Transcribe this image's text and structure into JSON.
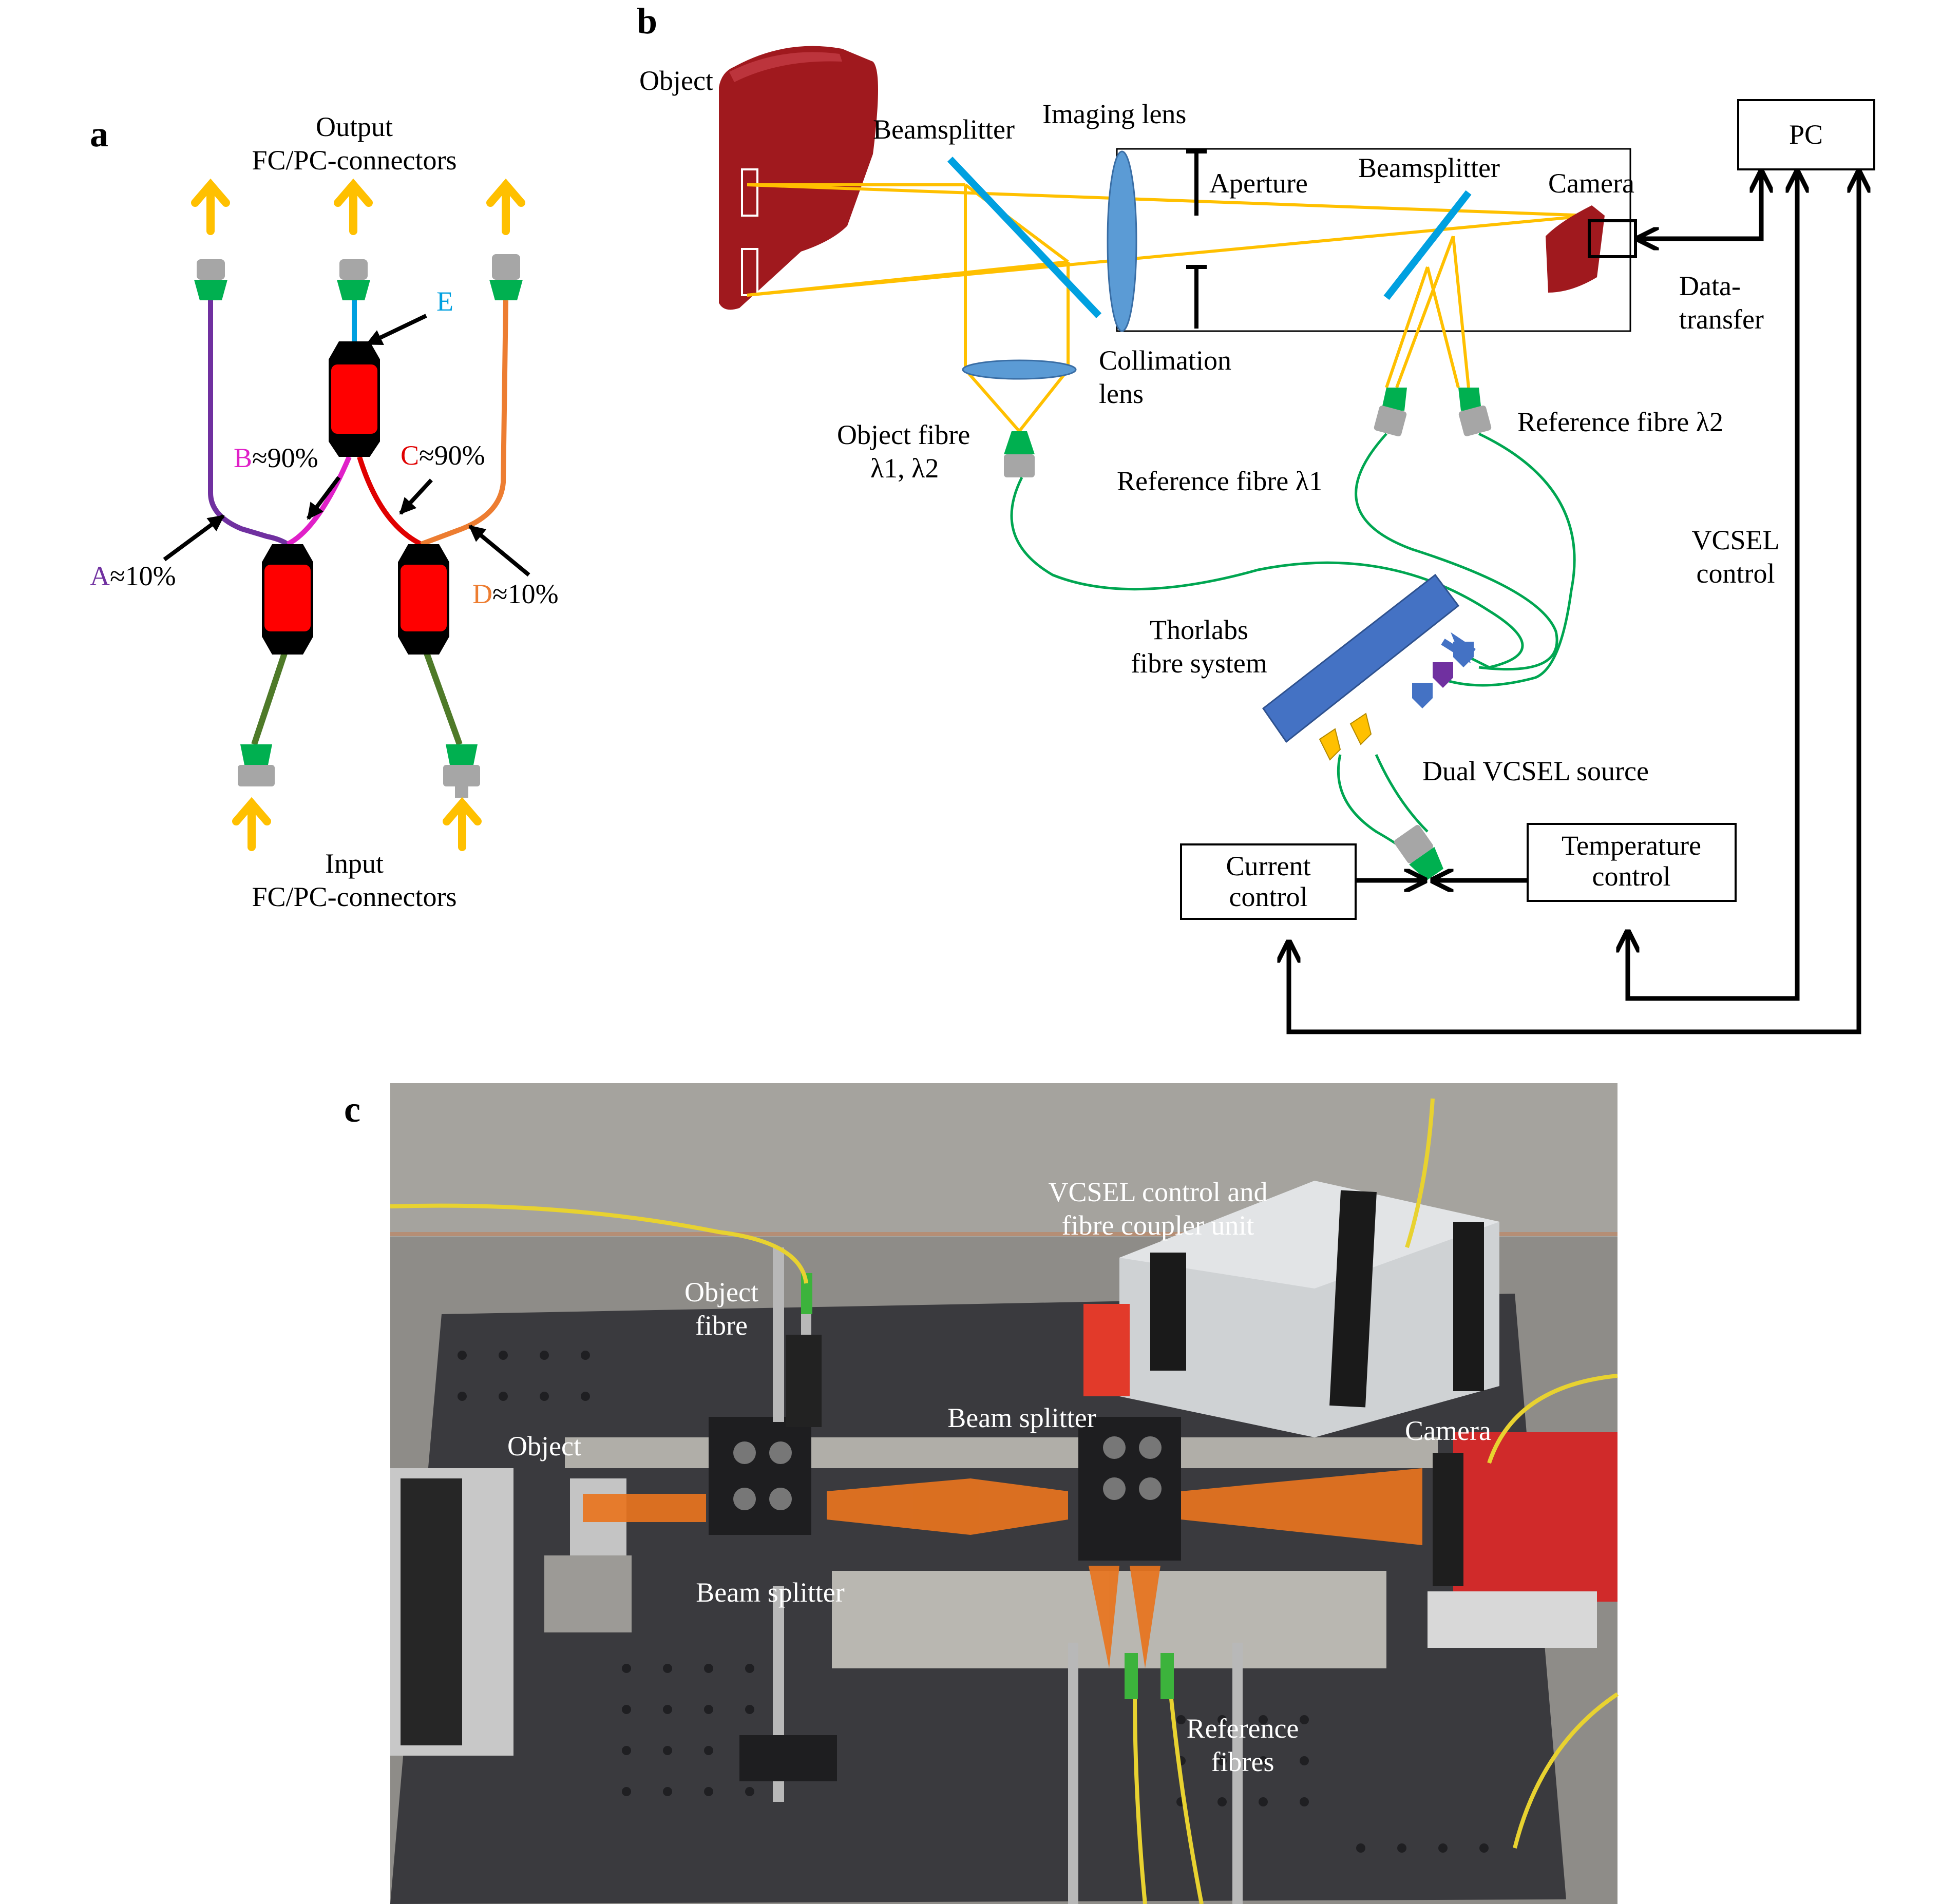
{
  "panels": {
    "a": "a",
    "b": "b",
    "c": "c"
  },
  "panel_a": {
    "output_line1": "Output",
    "output_line2": "FC/PC-connectors",
    "input_line1": "Input",
    "input_line2": "FC/PC-connectors",
    "E": "E",
    "B_letter": "B",
    "B_value": "≈90%",
    "C_letter": "C",
    "C_value": "≈90%",
    "A_letter": "A",
    "A_value": "≈10%",
    "D_letter": "D",
    "D_value": "≈10%",
    "colors": {
      "A": "#7030a0",
      "B": "#e020c8",
      "C": "#e00000",
      "D": "#ed7d31",
      "E": "#00a0e0",
      "input_fibre": "#4e7a28",
      "connector_green": "#00b050",
      "connector_grey": "#a6a6a6",
      "arrow": "#ffc000"
    }
  },
  "panel_b": {
    "object": "Object",
    "beamsplitter_left": "Beamsplitter",
    "imaging_lens": "Imaging lens",
    "aperture": "Aperture",
    "beamsplitter_right": "Beamsplitter",
    "camera": "Camera",
    "pc": "PC",
    "data_transfer_1": "Data-",
    "data_transfer_2": "transfer",
    "collimation_1": "Collimation",
    "collimation_2": "lens",
    "object_fibre_1": "Object fibre",
    "object_fibre_2": "λ1, λ2",
    "reference_fibre_l2": "Reference fibre λ2",
    "reference_fibre_l1": "Reference fibre λ1",
    "vcsel_control_1": "VCSEL",
    "vcsel_control_2": "control",
    "thorlabs_1": "Thorlabs",
    "thorlabs_2": "fibre system",
    "dual_vcsel": "Dual VCSEL source",
    "current_control_1": "Current",
    "current_control_2": "control",
    "temperature_control_1": "Temperature",
    "temperature_control_2": "control",
    "colors": {
      "beam": "#ffc000",
      "optic": "#5b9bd5",
      "fibre": "#00a651",
      "thorlabs": "#4472c4",
      "object": "#a0191e"
    }
  },
  "panel_c": {
    "vcsel_unit_1": "VCSEL control and",
    "vcsel_unit_2": "fibre coupler unit",
    "object_fibre_1": "Object",
    "object_fibre_2": "fibre",
    "object": "Object",
    "beam_splitter_top": "Beam splitter",
    "camera": "Camera",
    "beam_splitter_bottom": "Beam splitter",
    "reference_1": "Reference",
    "reference_2": "fibres",
    "colors": {
      "beam": "#e8741e",
      "table": "#3a3a3e"
    }
  }
}
